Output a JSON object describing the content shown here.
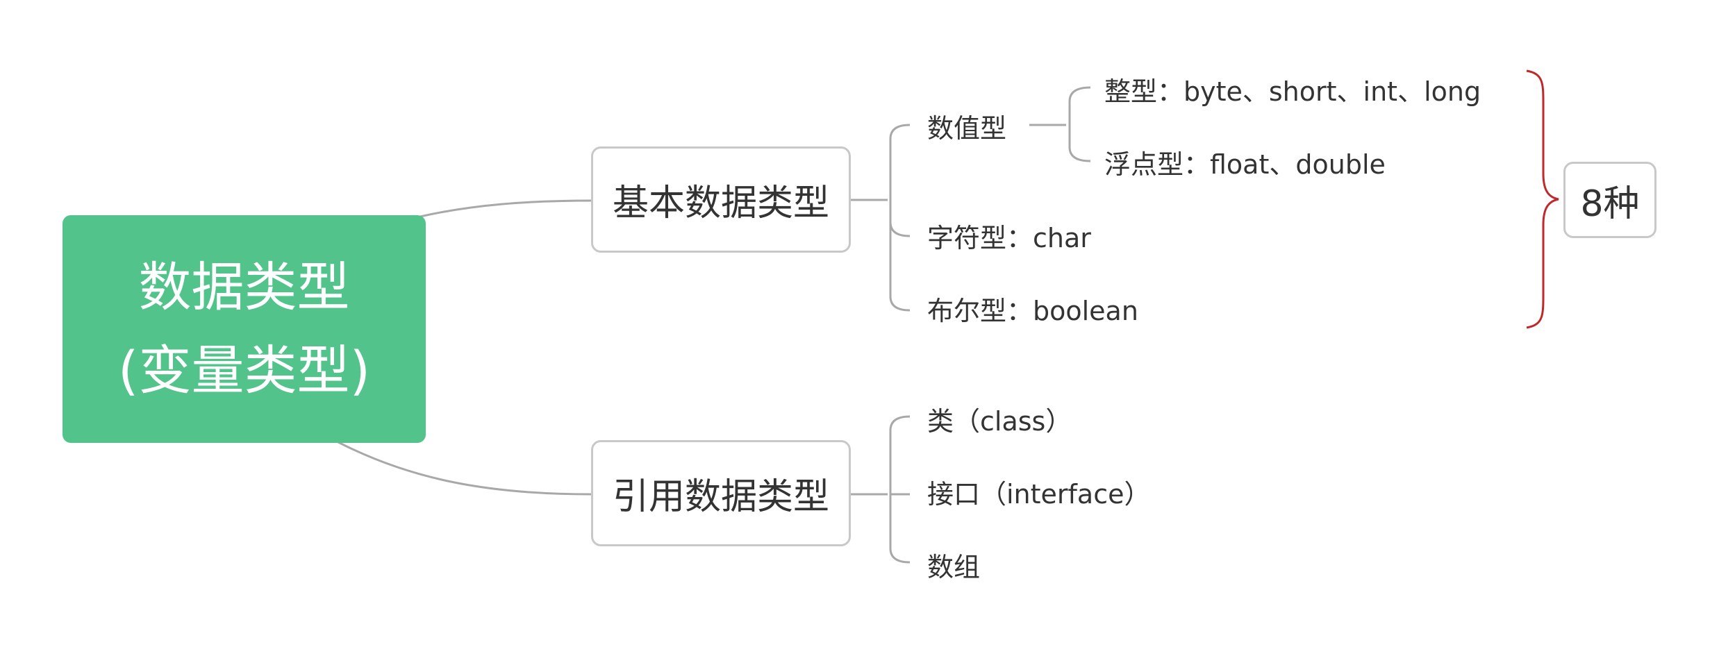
{
  "root": {
    "line1": "数据类型",
    "line2": "(变量类型)"
  },
  "basic": {
    "label": "基本数据类型",
    "numeric": {
      "label": "数值型",
      "integer": "整型：byte、short、int、long",
      "float": "浮点型：float、double"
    },
    "char": "字符型：char",
    "boolean": "布尔型：boolean"
  },
  "reference": {
    "label": "引用数据类型",
    "class": "类（class）",
    "interface": "接口（interface）",
    "array": "数组"
  },
  "count": "8种",
  "colors": {
    "root_fill": "#52c48b",
    "connector": "#a8a8a8",
    "box_border": "#c8c8c8",
    "brace": "#c0292b",
    "text": "#333333"
  }
}
